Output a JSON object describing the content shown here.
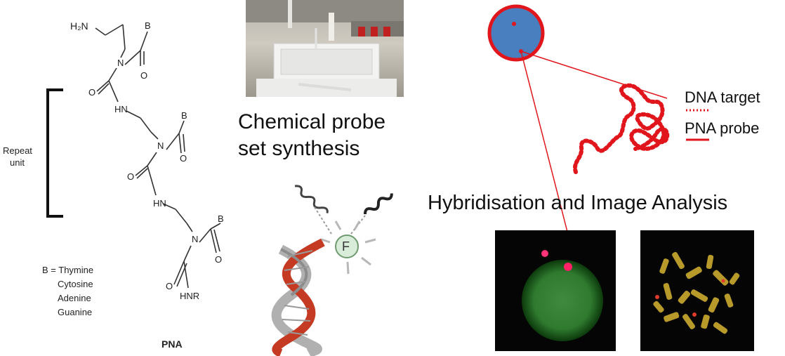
{
  "pna_structure": {
    "amine_label": "H₂N",
    "base_labels": [
      "B",
      "B",
      "B"
    ],
    "nitrogen_labels": [
      "N",
      "N",
      "N"
    ],
    "carbonyl_o_labels": [
      "O",
      "O",
      "O",
      "O",
      "O",
      "O"
    ],
    "hn_labels": [
      "HN",
      "HN"
    ],
    "hnr_label": "HNR",
    "repeat_label_line1": "Repeat",
    "repeat_label_line2": "unit",
    "base_legend": [
      "B = Thymine",
      "Cytosine",
      "Adenine",
      "Guanine"
    ],
    "title": "PNA"
  },
  "synthesis": {
    "caption_line1": "Chemical probe",
    "caption_line2": "set synthesis",
    "fluorophore_label": "F"
  },
  "hybridisation": {
    "legend_dna": "DNA target",
    "legend_pna": "PNA probe",
    "caption": "Hybridisation and Image Analysis",
    "colors": {
      "nucleus_fill": "#4a7fbf",
      "nucleus_outline": "#e0161c",
      "probe": "#e0161c"
    }
  }
}
